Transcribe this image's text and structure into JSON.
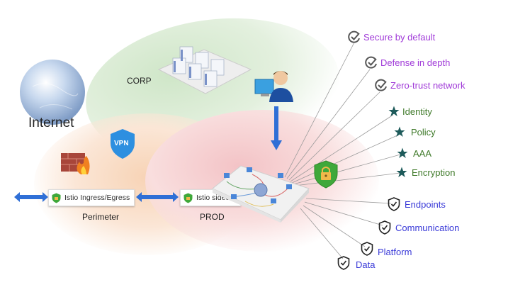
{
  "zones": {
    "internet": "Internet",
    "corp": "CORP",
    "perimeter": "Perimeter",
    "prod": "PROD"
  },
  "vpn_label": "VPN",
  "istio": {
    "ingress_egress": "Istio Ingress/Egress",
    "sidecar": "Istio sidecar"
  },
  "principles": [
    {
      "label": "Secure by default",
      "icon": "check-circle-icon"
    },
    {
      "label": "Defense in depth",
      "icon": "check-circle-icon"
    },
    {
      "label": "Zero-trust network",
      "icon": "check-circle-icon"
    }
  ],
  "capabilities": [
    {
      "label": "Identity",
      "icon": "star-icon"
    },
    {
      "label": "Policy",
      "icon": "star-icon"
    },
    {
      "label": "AAA",
      "icon": "star-icon"
    },
    {
      "label": "Encryption",
      "icon": "star-icon"
    }
  ],
  "protected_assets": [
    {
      "label": "Endpoints",
      "icon": "shield-check-icon"
    },
    {
      "label": "Communication",
      "icon": "shield-check-icon"
    },
    {
      "label": "Platform",
      "icon": "shield-check-icon"
    },
    {
      "label": "Data",
      "icon": "shield-check-icon"
    }
  ],
  "colors": {
    "principle_text": "#a03ad8",
    "capability_text": "#3f7a2a",
    "asset_text": "#3a3ad8",
    "arrow_blue": "#2f6fd6",
    "lock_shield_green": "#3fa83a"
  }
}
